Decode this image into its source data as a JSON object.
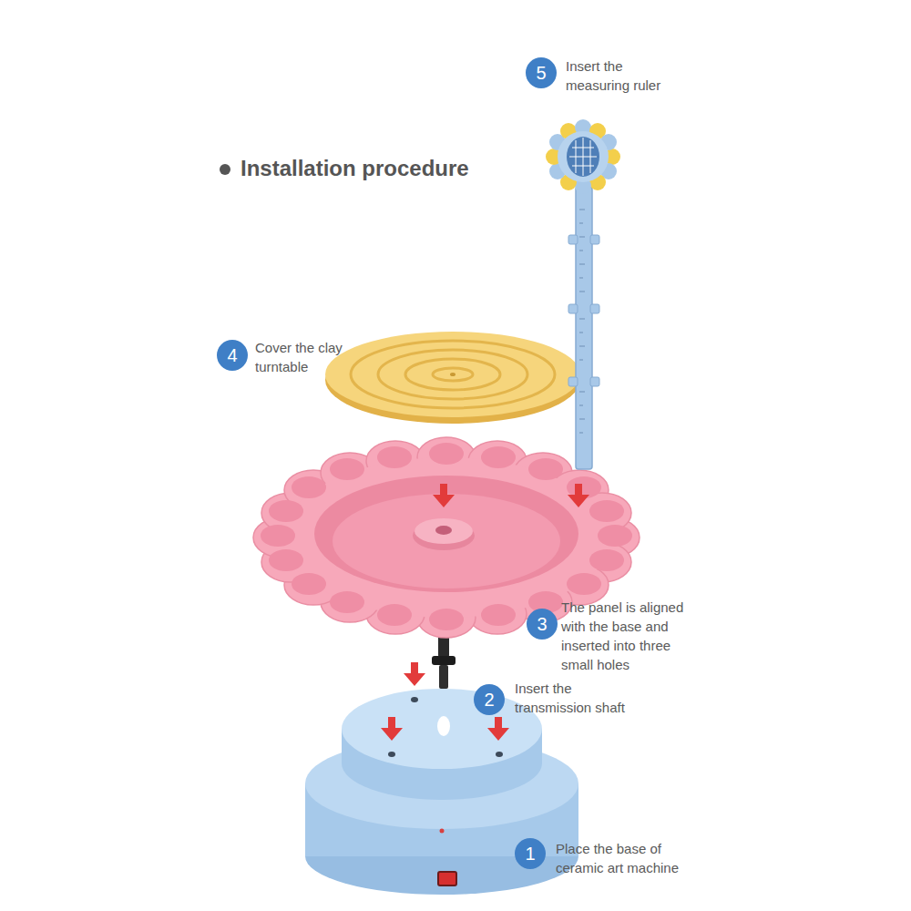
{
  "diagram": {
    "title": "Installation procedure",
    "nodes": [
      {
        "text": [
          "5",
          "Insert the measuring ruler"
        ]
      },
      {
        "text": [
          "4",
          "Cover the clay turntable"
        ]
      },
      {
        "text": [
          "3",
          "The panel is aligned with the base and inserted into three small holes"
        ]
      },
      {
        "text": [
          "2",
          "Insert the transmission shaft"
        ]
      },
      {
        "text": [
          "1",
          "Place the base of ceramic art machine"
        ]
      }
    ]
  }
}
